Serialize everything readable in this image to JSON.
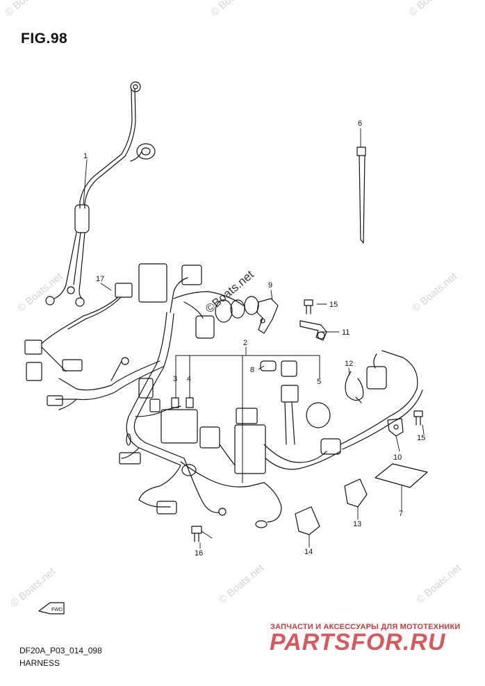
{
  "figure": {
    "title": "FIG.98",
    "code": "DF20A_P03_014_098",
    "name": "HARNESS"
  },
  "callouts": [
    "1",
    "2",
    "3",
    "4",
    "5",
    "6",
    "7",
    "8",
    "9",
    "10",
    "11",
    "12",
    "13",
    "14",
    "15",
    "15",
    "16",
    "17"
  ],
  "watermark": "© Boats.net",
  "watermark_center": "©Boats.net",
  "fwd_label": "FWD",
  "advert": {
    "tagline": "ЗАПЧАСТИ И АКСЕССУАРЫ ДЛЯ МОТОТЕХНИКИ",
    "logo": "PARTSFOR.RU",
    "logo_color": "#d9595b"
  }
}
